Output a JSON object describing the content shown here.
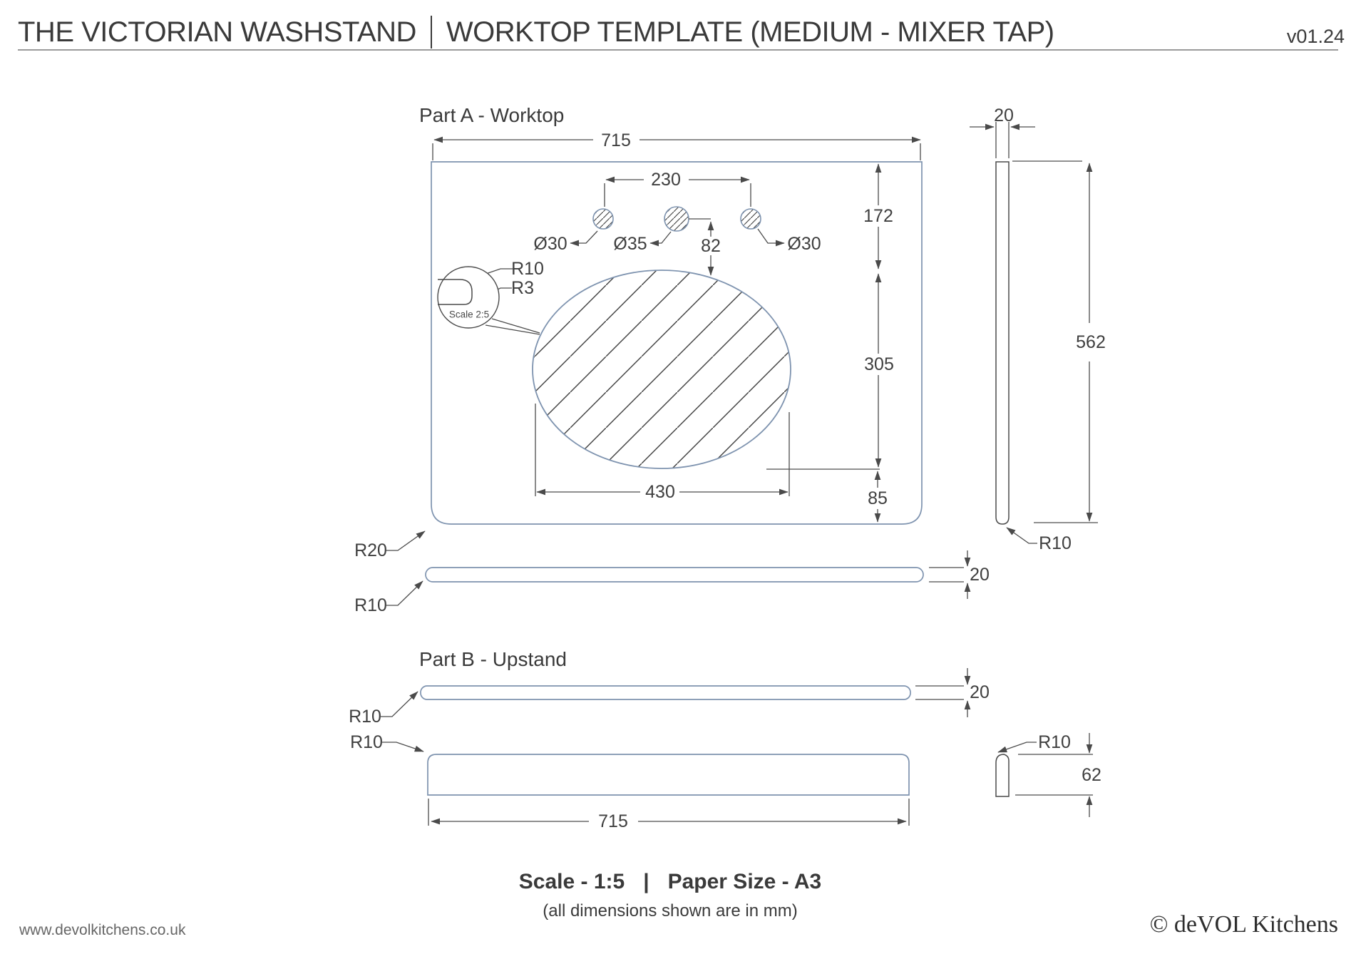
{
  "header": {
    "title_left": "THE VICTORIAN WASHSTAND",
    "separator": "|",
    "title_right": "WORKTOP TEMPLATE (MEDIUM - MIXER TAP)",
    "version": "v01.24"
  },
  "part_a": {
    "title": "Part A - Worktop",
    "dims": {
      "width": "715",
      "tap_spacing": "230",
      "tap_left_dia": "Ø30",
      "tap_middle_dia": "Ø35",
      "tap_right_dia": "Ø30",
      "tap_to_basin": "82",
      "top_to_basin": "172",
      "basin_length": "305",
      "basin_width": "430",
      "basin_to_edge": "85",
      "corner_radius": "R20",
      "front_edge_radius": "R10",
      "thickness_edge_view": "20",
      "depth": "562",
      "side_thickness": "20",
      "side_bottom_radius": "R10"
    },
    "detail": {
      "radius_top": "R10",
      "radius_bottom": "R3",
      "scale_note": "Scale 2:5"
    }
  },
  "part_b": {
    "title": "Part B - Upstand",
    "dims": {
      "thickness": "20",
      "plan_end_radius": "R10",
      "face_top_radius": "R10",
      "length": "715",
      "profile_top_radius": "R10",
      "height": "62"
    }
  },
  "footer": {
    "scale": "Scale - 1:5",
    "separator": "|",
    "paper": "Paper Size - A3",
    "note": "(all dimensions shown are in mm)",
    "url": "www.devolkitchens.co.uk",
    "copyright": "© deVOL Kitchens"
  },
  "colors": {
    "part_outline": "#7e93af",
    "line_dark": "#4a4a4a",
    "text": "#3f3f3f",
    "rule": "#9a9a9a"
  }
}
